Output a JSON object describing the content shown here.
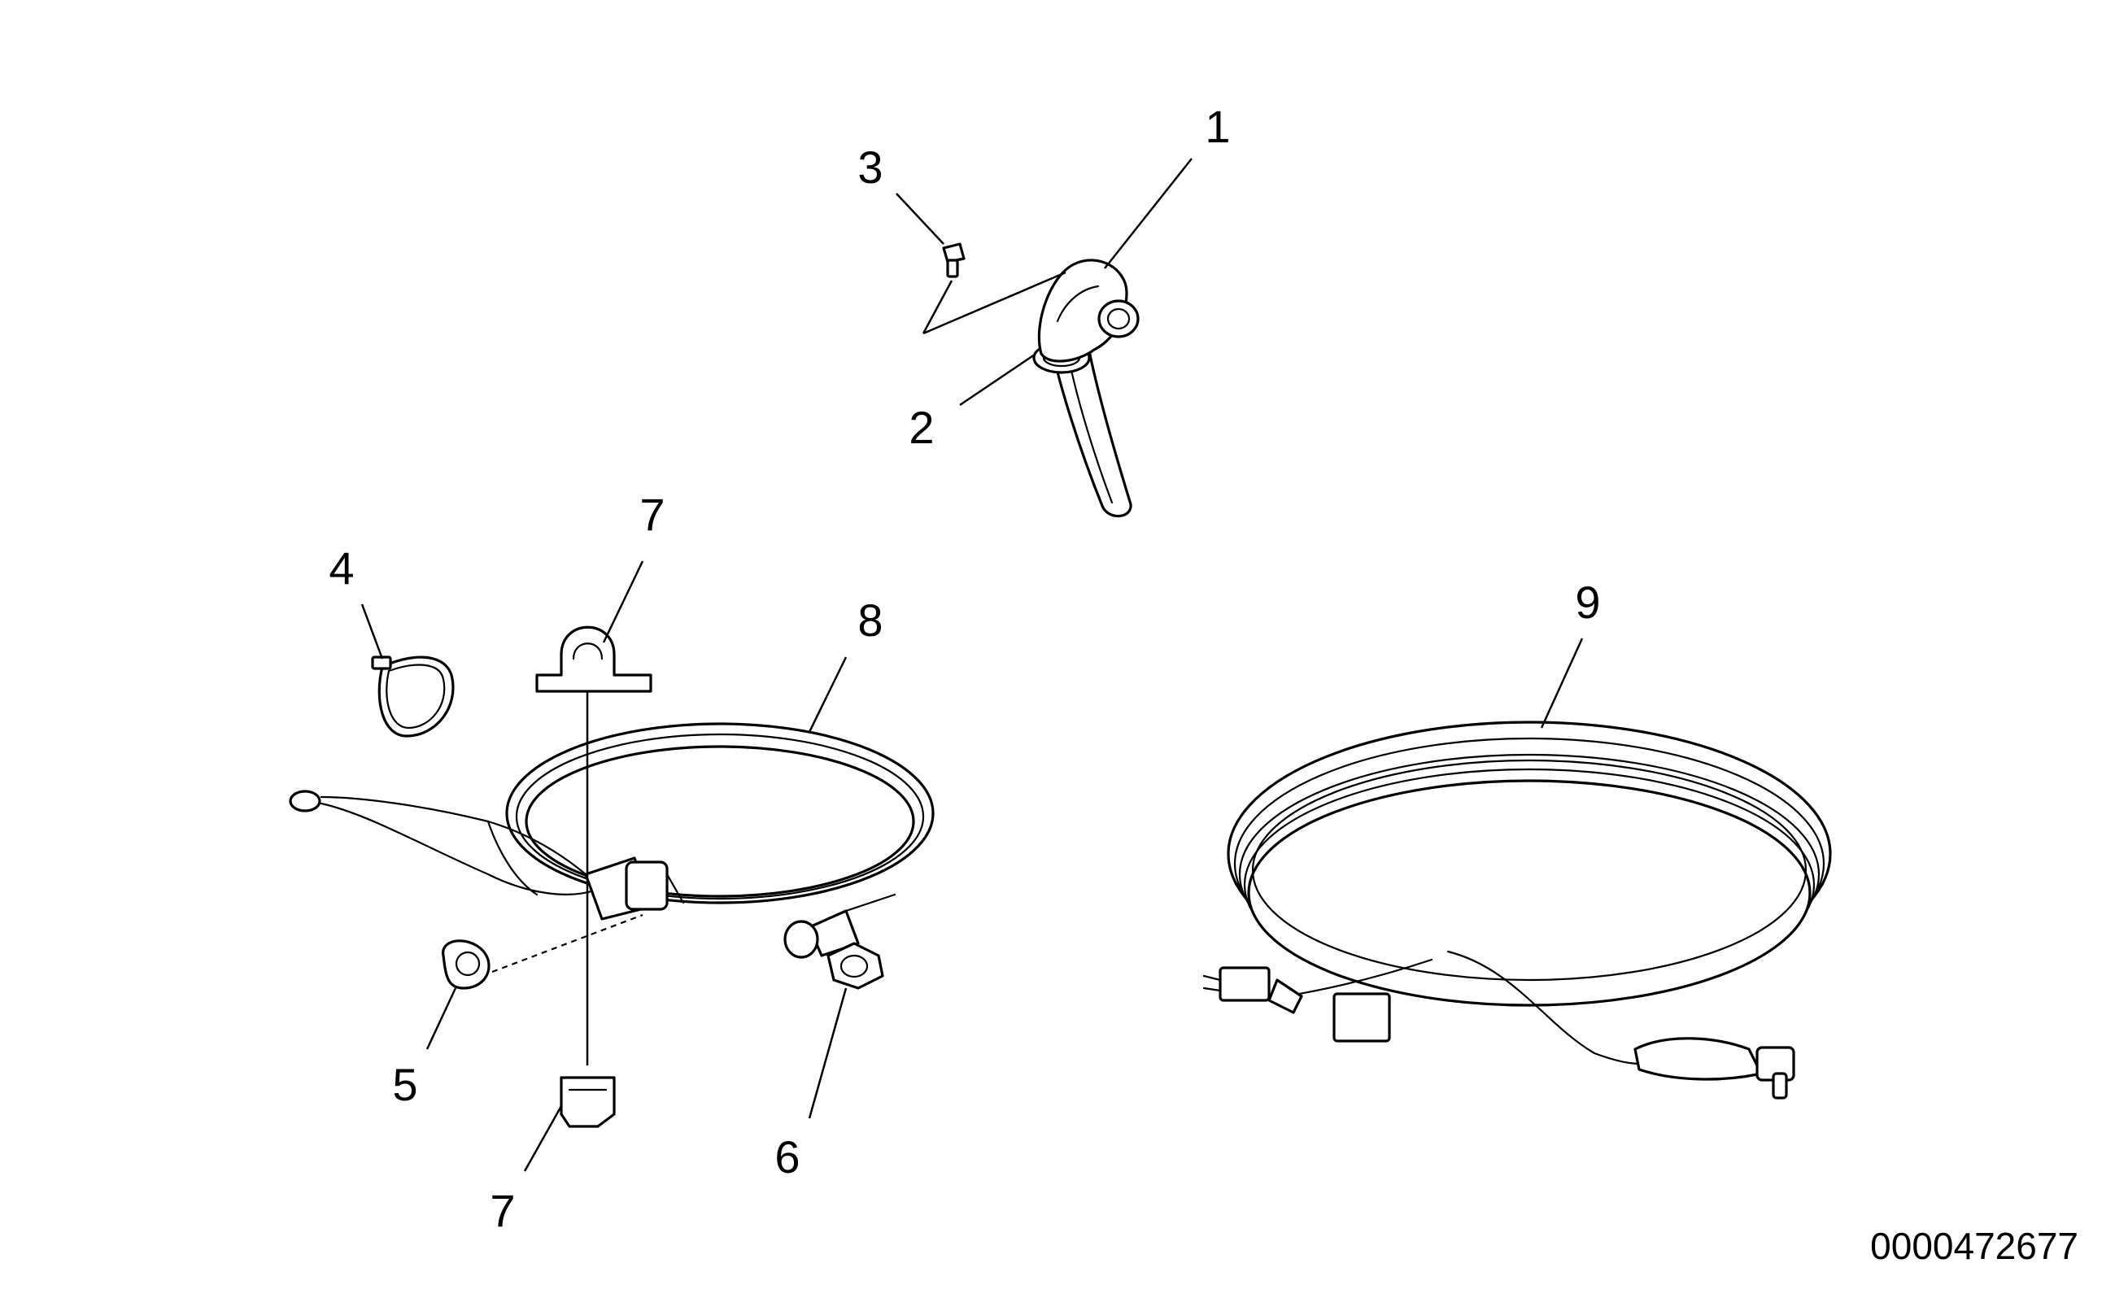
{
  "callouts": {
    "c1": "1",
    "c2": "2",
    "c3": "3",
    "c4": "4",
    "c5": "5",
    "c6": "6",
    "c7_top": "7",
    "c7_bottom": "7",
    "c8": "8",
    "c9": "9"
  },
  "figure_id": "0000472677"
}
